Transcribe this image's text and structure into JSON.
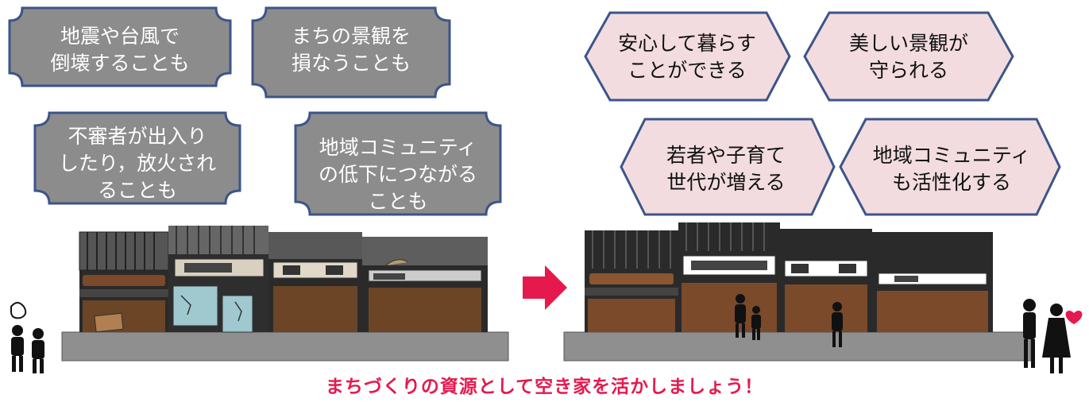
{
  "before": {
    "bubbles": [
      {
        "lines": [
          "地震や台風で",
          "倒壊することも"
        ]
      },
      {
        "lines": [
          "まちの景観を",
          "損なうことも"
        ]
      },
      {
        "lines": [
          "不審者が出入り",
          "したり，放火され",
          "ることも"
        ]
      },
      {
        "lines": [
          "地域コミュニティ",
          "の低下につながる",
          "ことも"
        ]
      }
    ]
  },
  "after": {
    "bubbles": [
      {
        "lines": [
          "安心して暮らす",
          "ことができる"
        ]
      },
      {
        "lines": [
          "美しい景観が",
          "守られる"
        ]
      },
      {
        "lines": [
          "若者や子育て",
          "世代が増える"
        ]
      },
      {
        "lines": [
          "地域コミュニティ",
          "も活性化する"
        ]
      }
    ]
  },
  "slogan": "まちづくりの資源として空き家を活かしましょう！",
  "colors": {
    "before_bubble_fill": "#8c8c8c",
    "after_bubble_fill": "#f2dcdf",
    "bubble_border": "#3c5588",
    "arrow": "#e6194e",
    "slogan": "#e6194e",
    "heart": "#e6194e"
  }
}
